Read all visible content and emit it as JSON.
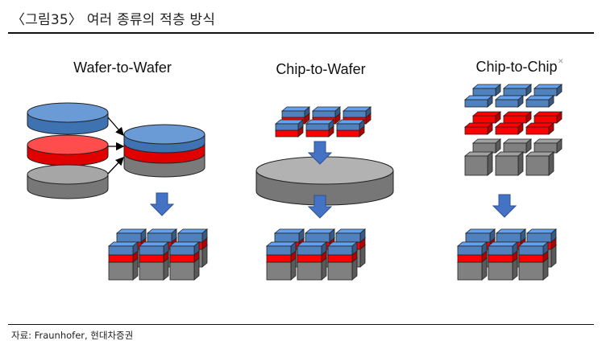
{
  "figure": {
    "title": "〈그림35〉 여러 종류의 적층 방식",
    "source": "자료: Fraunhofer, 현대차증권"
  },
  "diagram": {
    "sections": [
      {
        "label": "Wafer-to-Wafer"
      },
      {
        "label": "Chip-to-Wafer"
      },
      {
        "label": "Chip-to-Chip"
      }
    ]
  },
  "colors": {
    "blue": "#4f81bd",
    "red": "#ff0000",
    "gray": "#808080",
    "arrow": "#4472c4"
  }
}
